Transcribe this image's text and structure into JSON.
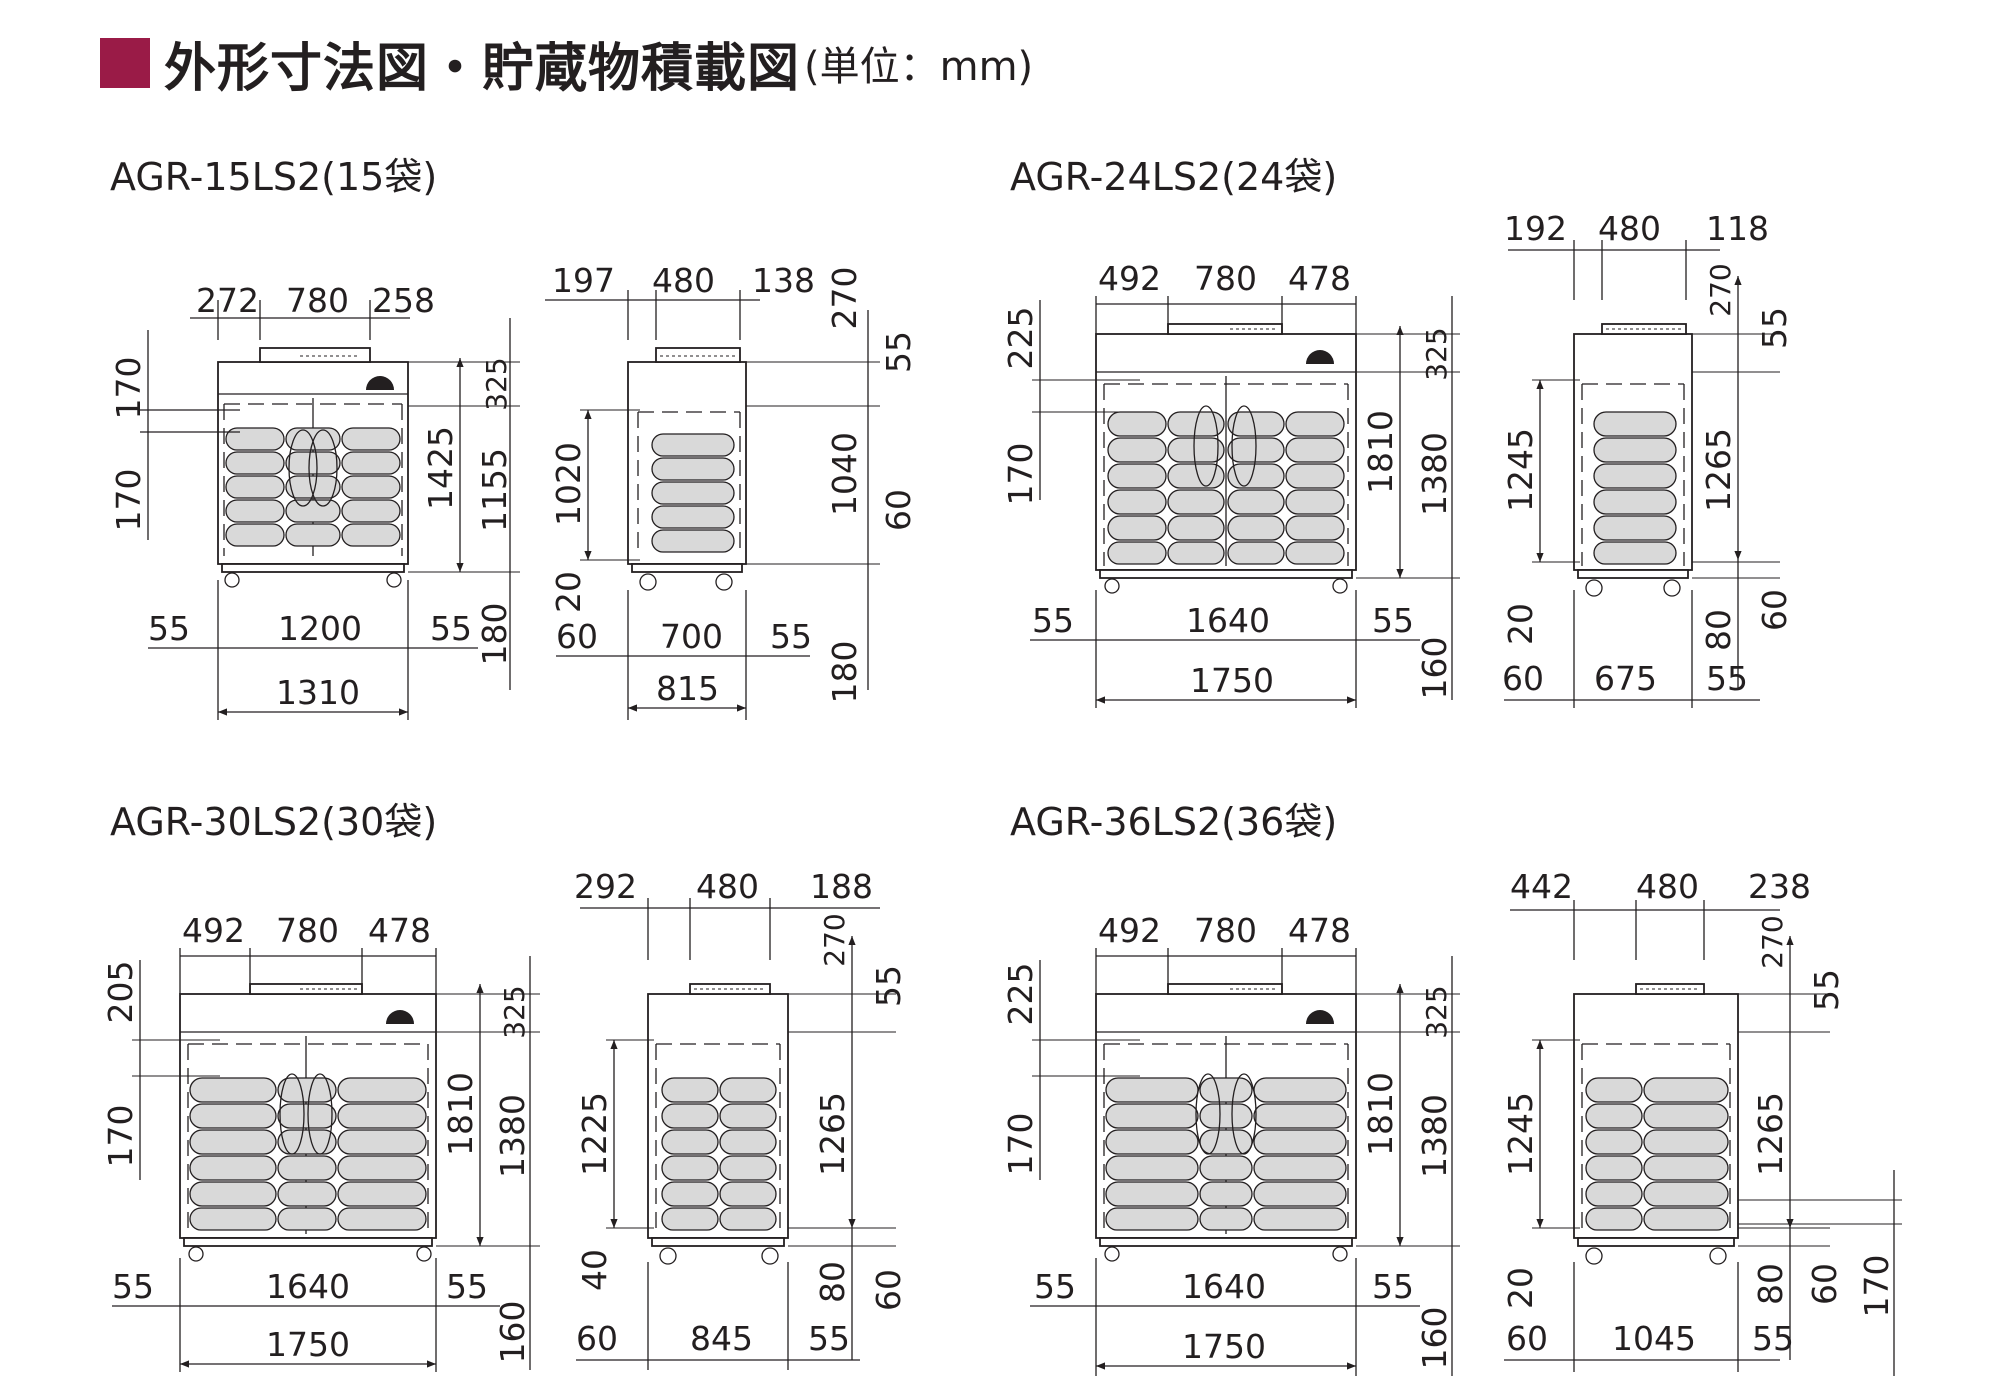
{
  "header": {
    "title": "外形寸法図・貯蔵物積載図",
    "unit": "(単位：mm)",
    "accent_color": "#9a1b47"
  },
  "models": [
    {
      "name": "AGR-15LS2(15袋)",
      "front": {
        "top": [
          "272",
          "780",
          "258"
        ],
        "left": [
          "170",
          "170"
        ],
        "right": [
          "1425",
          "325",
          "1155",
          "180"
        ],
        "bottom_inner": [
          "55",
          "1200",
          "55"
        ],
        "overall": "1310"
      },
      "side": {
        "top": [
          "197",
          "480",
          "138"
        ],
        "left": [
          "1020",
          "20"
        ],
        "right": [
          "270",
          "55",
          "1040",
          "60",
          "180"
        ],
        "bottom_inner": [
          "60",
          "700",
          "55"
        ],
        "overall": "815"
      }
    },
    {
      "name": "AGR-24LS2(24袋)",
      "front": {
        "top": [
          "492",
          "780",
          "478"
        ],
        "left": [
          "225",
          "170"
        ],
        "right": [
          "1810",
          "325",
          "1380",
          "160"
        ],
        "bottom_inner": [
          "55",
          "1640",
          "55"
        ],
        "overall": "1750"
      },
      "side": {
        "top": [
          "192",
          "480",
          "118"
        ],
        "left": [
          "1245",
          "20"
        ],
        "right": [
          "270",
          "55",
          "1265",
          "80",
          "60"
        ],
        "bottom_inner": [
          "60",
          "675",
          "55"
        ]
      }
    },
    {
      "name": "AGR-30LS2(30袋)",
      "front": {
        "top": [
          "492",
          "780",
          "478"
        ],
        "left": [
          "205",
          "170"
        ],
        "right": [
          "1810",
          "325",
          "1380",
          "160"
        ],
        "bottom_inner": [
          "55",
          "1640",
          "55"
        ],
        "overall": "1750"
      },
      "side": {
        "top": [
          "292",
          "480",
          "188"
        ],
        "left": [
          "1225",
          "40"
        ],
        "right": [
          "270",
          "55",
          "1265",
          "80",
          "60"
        ],
        "bottom_inner": [
          "60",
          "845",
          "55"
        ]
      }
    },
    {
      "name": "AGR-36LS2(36袋)",
      "front": {
        "top": [
          "492",
          "780",
          "478"
        ],
        "left": [
          "225",
          "170"
        ],
        "right": [
          "1810",
          "325",
          "1380",
          "160"
        ],
        "bottom_inner": [
          "55",
          "1640",
          "55"
        ],
        "overall": "1750"
      },
      "side": {
        "top": [
          "442",
          "480",
          "238"
        ],
        "left": [
          "1245",
          "20"
        ],
        "right": [
          "270",
          "55",
          "1265",
          "80",
          "60",
          "170"
        ],
        "bottom_inner": [
          "60",
          "1045",
          "55"
        ]
      }
    }
  ]
}
